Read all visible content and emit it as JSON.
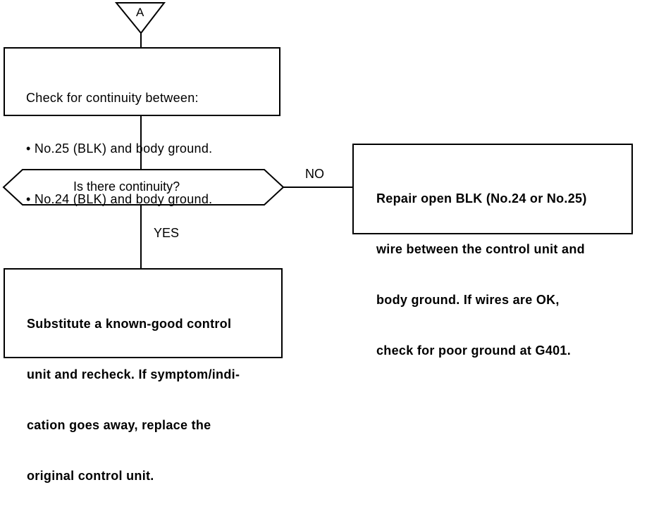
{
  "connector": {
    "label": "A"
  },
  "check_box": {
    "heading": "Check for continuity between:",
    "items": [
      "• No.25 (BLK) and body ground.",
      "• No.24 (BLK) and body ground."
    ]
  },
  "decision": {
    "question": "Is there continuity?",
    "no_label": "NO",
    "yes_label": "YES"
  },
  "repair_box": {
    "lines": [
      "Repair open BLK (No.24 or No.25)",
      "wire between the control unit and",
      "body ground. If wires are OK,",
      "check for poor ground at G401."
    ]
  },
  "substitute_box": {
    "lines": [
      "Substitute a known-good control",
      "unit and recheck. If symptom/indi-",
      "cation goes away, replace the",
      "original control unit."
    ]
  }
}
